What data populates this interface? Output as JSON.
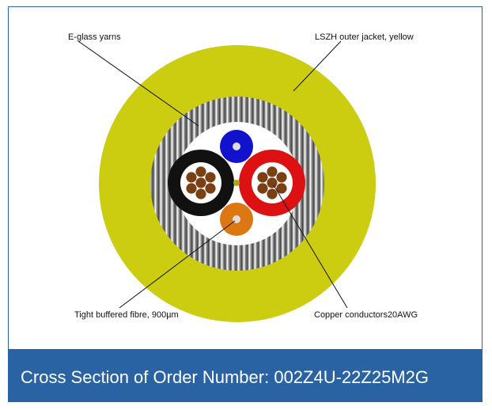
{
  "labels": {
    "e_glass": "E-glass yarns",
    "jacket": "LSZH outer jacket, yellow",
    "fibre": "Tight buffered fibre, 900µm",
    "copper": "Copper conductors20AWG"
  },
  "caption": "Cross Section of Order Number: 002Z4U-22Z25M2G",
  "colors": {
    "jacket": "#cccc10",
    "yarn_light": "#d8d8d8",
    "yarn_dark": "#505050",
    "core": "#ffffff",
    "black_insulation": "#111111",
    "red_insulation": "#dd1111",
    "blue_buffer": "#1212cc",
    "orange_buffer": "#dd7711",
    "copper_strand": "#7a3f12",
    "caption_bar": "#2a63a3"
  }
}
